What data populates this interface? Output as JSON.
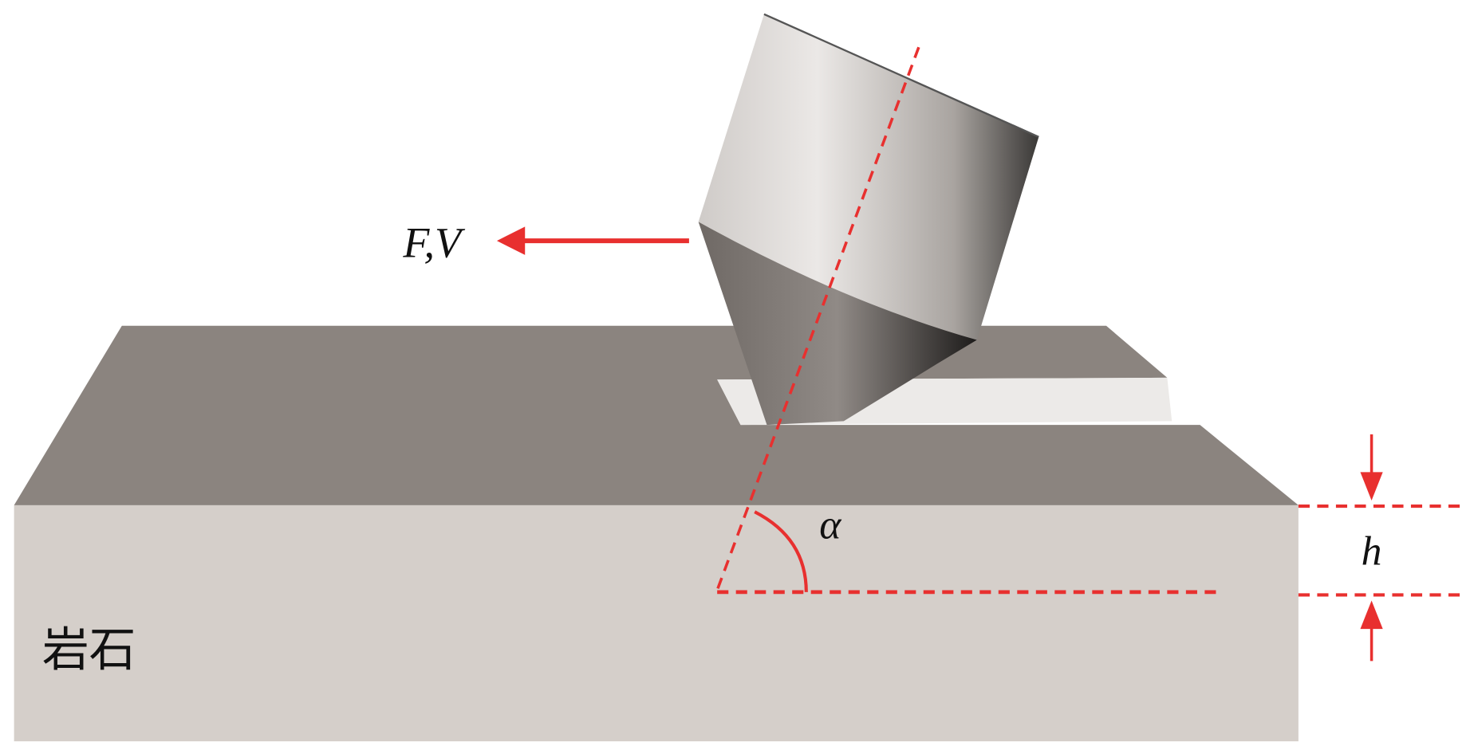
{
  "labels": {
    "force_velocity": "F,V",
    "angle": "α",
    "depth": "h",
    "rock": "岩石"
  },
  "colors": {
    "annotation": "#e8302f",
    "rock_front": "#d5cfca",
    "rock_top": "#8b847f",
    "slot": "#eceae8"
  }
}
